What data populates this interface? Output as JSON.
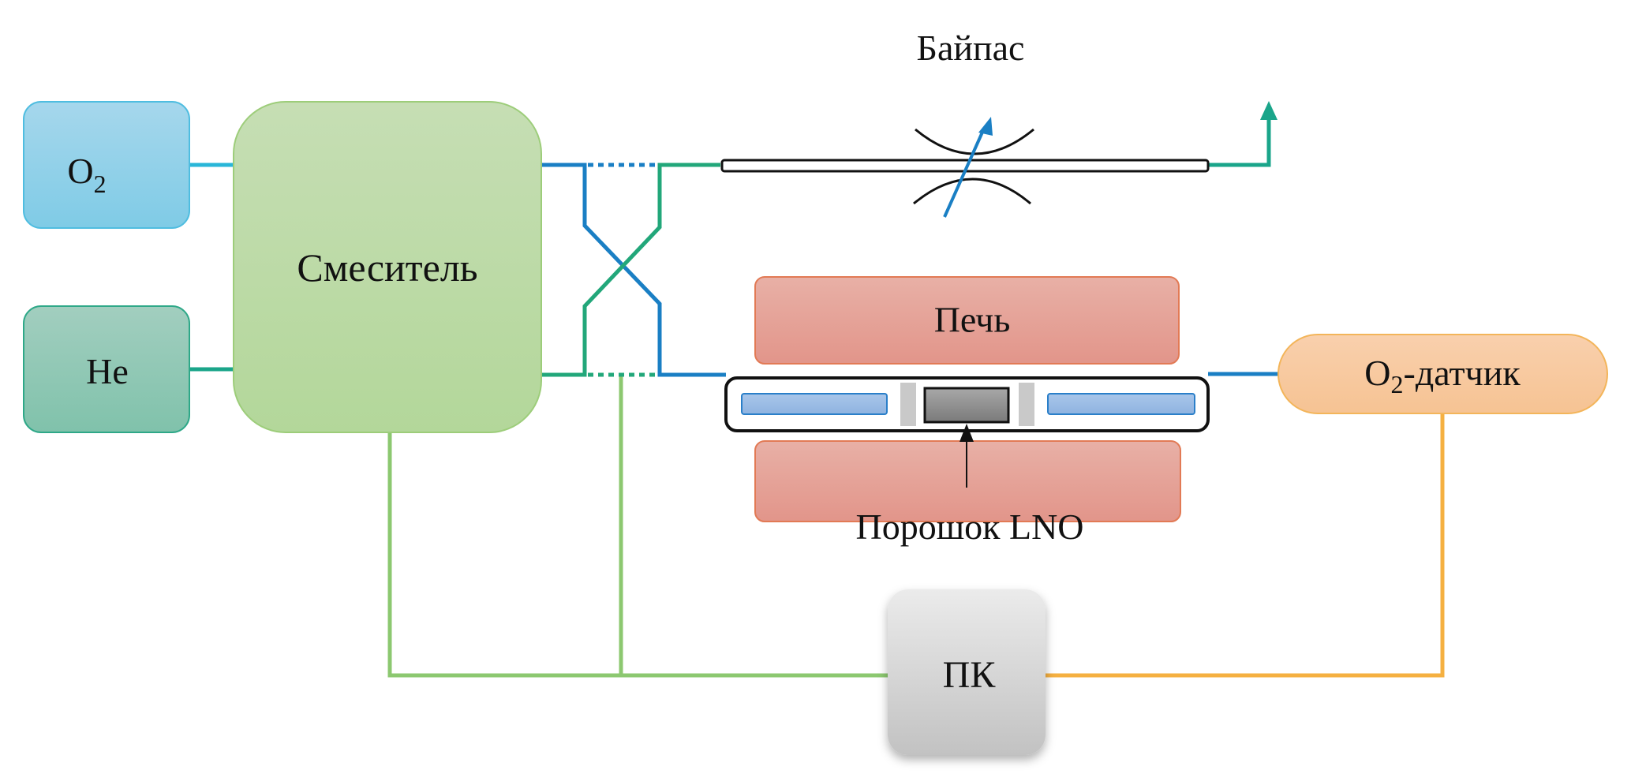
{
  "diagram": {
    "title": "Bypass / furnace gas flow setup",
    "nodes": {
      "o2": {
        "label": "O",
        "sub": "2"
      },
      "he": {
        "label": "He"
      },
      "mixer": {
        "label": "Смеситель"
      },
      "bypass": {
        "label": "Байпас"
      },
      "furnace": {
        "label": "Печь"
      },
      "powder": {
        "label": "Порошок LNO"
      },
      "sensor": {
        "label_pre": "O",
        "sub": "2",
        "label_post": "-датчик"
      },
      "pc": {
        "label": "ПК"
      }
    },
    "colors": {
      "o2_line": "#29b6d8",
      "he_line": "#1aa58a",
      "blue_line": "#1a7fc4",
      "green_line": "#22a77a",
      "control_green": "#8cc870",
      "control_orange": "#f5b041",
      "furnace_fill": "#e6a79c",
      "sensor_fill": "#f8cba0"
    }
  }
}
